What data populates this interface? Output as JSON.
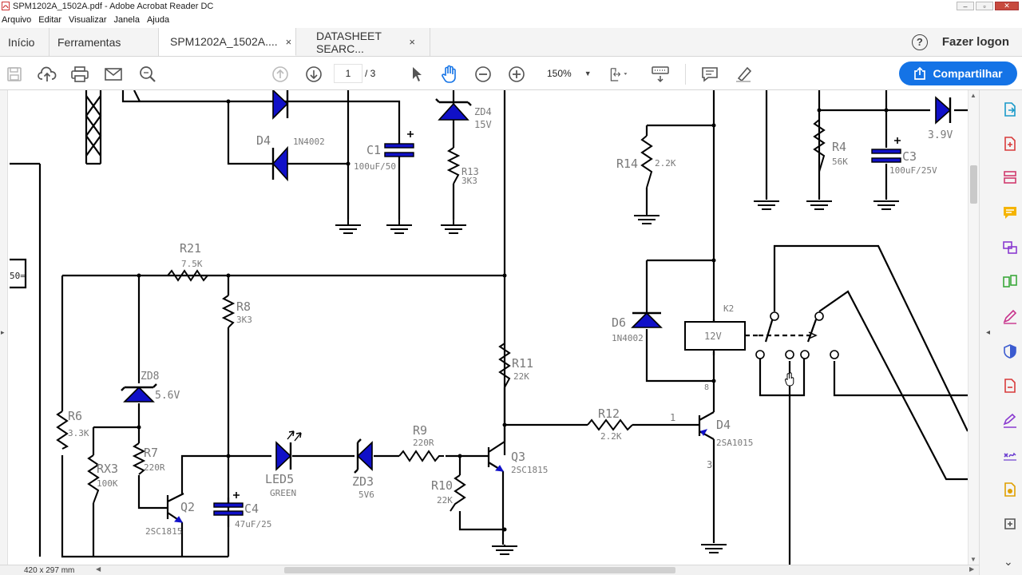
{
  "window": {
    "title": "SPM1202A_1502A.pdf - Adobe Acrobat Reader DC"
  },
  "menu": [
    "Arquivo",
    "Editar",
    "Visualizar",
    "Janela",
    "Ajuda"
  ],
  "tabs": [
    {
      "label": "Início"
    },
    {
      "label": "Ferramentas"
    },
    {
      "label": "SPM1202A_1502A....",
      "close": "×"
    },
    {
      "label": "DATASHEET SEARC...",
      "close": "×"
    }
  ],
  "header": {
    "help": "?",
    "login_label": "Fazer logon"
  },
  "toolbar": {
    "page_current": "1",
    "page_total": "/ 3",
    "zoom": "150%",
    "share_label": "Compartilhar"
  },
  "status": {
    "page_size": "420 x 297 mm"
  },
  "colors": {
    "accent": "#1473e6",
    "component_blue": "#1010c8",
    "component_label_gray": "#7a7a7a"
  },
  "schematic": {
    "edge_label": "50=",
    "components": {
      "d4_top": {
        "name": "D4",
        "value": "1N4002"
      },
      "c1": {
        "name": "C1",
        "value": "100uF/50"
      },
      "zd4": {
        "name": "ZD4",
        "value": "15V"
      },
      "r13": {
        "name": "R13",
        "value": "3K3"
      },
      "r14": {
        "name": "R14",
        "value": "2.2K"
      },
      "r4": {
        "name": "R4",
        "value": "56K"
      },
      "c3": {
        "name": "C3",
        "value": "100uF/25V"
      },
      "zd_top_right": {
        "value": "3.9V"
      },
      "r21": {
        "name": "R21",
        "value": "7.5K"
      },
      "r8": {
        "name": "R8",
        "value": "3K3"
      },
      "d6": {
        "name": "D6",
        "value": "1N4002"
      },
      "k2": {
        "name": "K2",
        "value": "12V"
      },
      "r11": {
        "name": "R11",
        "value": "22K"
      },
      "zd8": {
        "name": "ZD8",
        "value": "5.6V"
      },
      "r6": {
        "name": "R6",
        "value": "3.3K"
      },
      "rx3": {
        "name": "RX3",
        "value": "100K"
      },
      "r7": {
        "name": "R7",
        "value": "220R"
      },
      "q2": {
        "name": "Q2",
        "value": "2SC1815"
      },
      "c4": {
        "name": "C4",
        "value": "47uF/25"
      },
      "led5": {
        "name": "LED5",
        "value": "GREEN"
      },
      "zd3": {
        "name": "ZD3",
        "value": "5V6"
      },
      "r9": {
        "name": "R9",
        "value": "220R"
      },
      "r10": {
        "name": "R10",
        "value": "22K"
      },
      "q3": {
        "name": "Q3",
        "value": "2SC1815"
      },
      "r12": {
        "name": "R12",
        "value": "2.2K"
      },
      "q4": {
        "name": "D4",
        "value": "2SA1015"
      },
      "pin1": "1",
      "pin3": "3",
      "pin_relay": "8"
    }
  }
}
